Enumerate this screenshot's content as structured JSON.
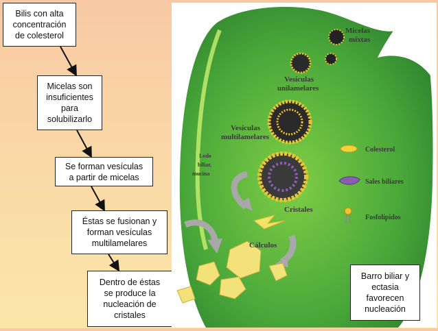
{
  "flow_steps": [
    "Bilis  con alta\nconcentración\nde colesterol",
    "Micelas  son\ninsuficientes\npara\nsolubilizarlo",
    "Se forman vesículas\na partir de micelas",
    "Éstas se fusionan y\nforman vesículas\nmultilamelares",
    "Dentro de éstas\nse produce la\nnucleación de\ncristales"
  ],
  "note_box": "Barro biliar y\nectasia\nfavorecen\nnucleación",
  "diagram_labels": {
    "micelas_mixtas": [
      "Micelas",
      "mixtas"
    ],
    "vesiculas_unilamelares": [
      "Vesículas",
      "unilamelares"
    ],
    "vesiculas_multilamelares": [
      "Vesículas",
      "multilamelares"
    ],
    "lodo_biliar": [
      "Lodo",
      "biliar,",
      "mucina"
    ],
    "cristales": "Cristales",
    "calculos": "Cálculos"
  },
  "legend": [
    {
      "label": "Colesterol",
      "color": "#f2d23a"
    },
    {
      "label": "Sales biliares",
      "color": "#8a5fb0"
    },
    {
      "label": "Fosfolípidos",
      "color": "#f2c230"
    }
  ],
  "colors": {
    "gallbladder": "#2d8b2f",
    "gallbladder_light": "#8fd34a",
    "stone": "#f3e27a",
    "arrow_gray": "#a8a8a8"
  }
}
